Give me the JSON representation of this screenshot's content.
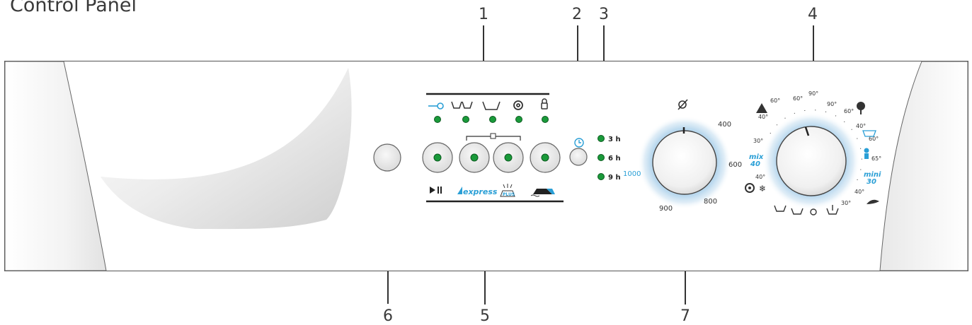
{
  "title": "Control Panel",
  "callouts": [
    "1",
    "2",
    "3",
    "4",
    "5",
    "6",
    "7"
  ],
  "timer_labels": [
    "3 h",
    "6 h",
    "9 h"
  ],
  "spin_labels": [
    "400",
    "600",
    "800",
    "900",
    "1000"
  ],
  "program_labels": {
    "temp_top_left_60": "60°",
    "temp_90a": "90°",
    "temp_90b": "90°",
    "temp_60_right": "60°",
    "temp_60_left": "60°",
    "temp_40_left": "40°",
    "temp_30_left": "30°",
    "temp_40_right": "40°",
    "mix": "mix",
    "mix_val": "40",
    "temp_40_mix": "40°",
    "syn_60": "60°",
    "baby_65": "65°",
    "mini": "mini",
    "mini_val": "30",
    "temp_40_low": "40°",
    "temp_30_low": "30°"
  },
  "colors": {
    "led_green": "#1a9a3a",
    "accent_blue": "#2a9fd6",
    "halo_blue": "#b9d8ee"
  }
}
